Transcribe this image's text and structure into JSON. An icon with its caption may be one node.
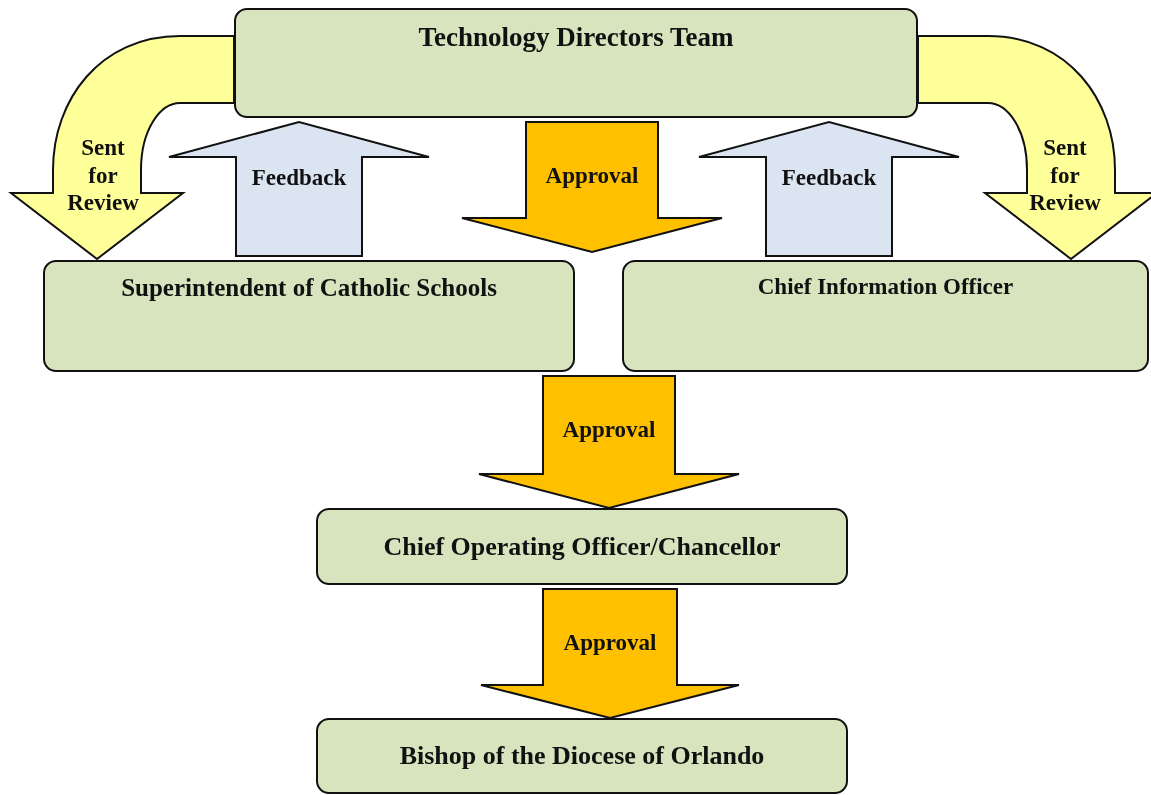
{
  "diagram": {
    "nodes": [
      {
        "text": [
          "Technology Directors Team"
        ]
      },
      {
        "text": [
          "Superintendent of Catholic Schools"
        ]
      },
      {
        "text": [
          "Chief Information Officer"
        ]
      },
      {
        "text": [
          "Chief Operating Officer/Chancellor"
        ]
      },
      {
        "text": [
          "Bishop of the Diocese of Orlando"
        ]
      }
    ],
    "edges": [
      {
        "from": 0,
        "to": 1,
        "arrow": "to",
        "label": "Sent for Review",
        "color": "#ffff99"
      },
      {
        "from": 1,
        "to": 0,
        "arrow": "to",
        "label": "Feedback",
        "color": "#dbe5f1"
      },
      {
        "from": 0,
        "to": null,
        "arrow": "to",
        "label": "Approval"
      },
      {
        "from": 2,
        "to": 0,
        "arrow": "to",
        "label": "Feedback",
        "color": "#dbe5f1"
      },
      {
        "from": 0,
        "to": 2,
        "arrow": "to",
        "label": "Sent for Review",
        "color": "#ffff99"
      },
      {
        "from": 1,
        "to": 3,
        "arrow": "to",
        "label": "Approval"
      },
      {
        "from": 2,
        "to": 3,
        "arrow": "to"
      },
      {
        "from": 3,
        "to": 4,
        "arrow": "to",
        "label": "Approval"
      }
    ]
  }
}
